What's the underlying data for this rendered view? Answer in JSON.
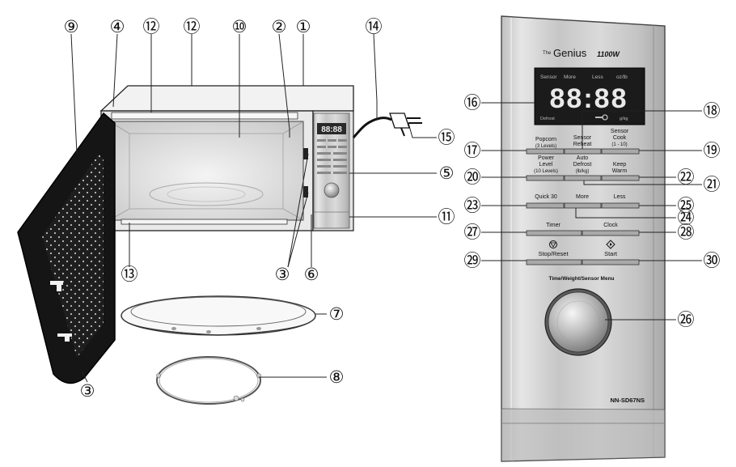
{
  "callouts": [
    "①",
    "②",
    "③",
    "④",
    "⑤",
    "⑥",
    "⑦",
    "⑧",
    "⑨",
    "⑩",
    "⑪",
    "⑫",
    "⑬",
    "⑭",
    "⑮",
    "⑯",
    "⑰",
    "⑱",
    "⑲",
    "⑳",
    "㉑",
    "㉒",
    "㉓",
    "㉔",
    "㉕",
    "㉖",
    "㉗",
    "㉘",
    "㉙",
    "㉚"
  ],
  "panel": {
    "brand_prefix": "The",
    "brand_name": "Genius",
    "wattage": "1100W",
    "display": {
      "digits": "88:88",
      "indicators": {
        "sensor": "Sensor",
        "more": "More",
        "less": "Less",
        "oz_lb": "oz/lb",
        "defrost": "Defrost",
        "kg": "g/kg"
      }
    },
    "buttons": {
      "popcorn": {
        "line1": "Popcorn",
        "line2": "(3 Levels)"
      },
      "sensor_reheat": {
        "line1": "Sensor",
        "line2": "Reheat"
      },
      "sensor_cook": {
        "line1": "Sensor",
        "line2": "Cook",
        "line3": "(1 - 10)"
      },
      "power_level": {
        "line1": "Power",
        "line2": "Level",
        "line3": "(10 Levels)"
      },
      "auto_defrost": {
        "line1": "Auto",
        "line2": "Defrost",
        "line3": "(lb/kg)"
      },
      "keep_warm": {
        "line1": "Keep",
        "line2": "Warm"
      },
      "quick30": "Quick 30",
      "more": "More",
      "less": "Less",
      "timer": "Timer",
      "clock": "Clock",
      "stop_reset": "Stop/Reset",
      "start": "Start"
    },
    "dial_label": "Time/Weight/Sensor Menu",
    "model": "NN-SD67NS"
  },
  "colors": {
    "stainless": "#c9c9c9",
    "stainless_dark": "#9a9a9a",
    "display_bg": "#1b1b1b",
    "display_segment": "#e9e9e9",
    "ink": "#1a1a1a",
    "door": "#151515"
  }
}
